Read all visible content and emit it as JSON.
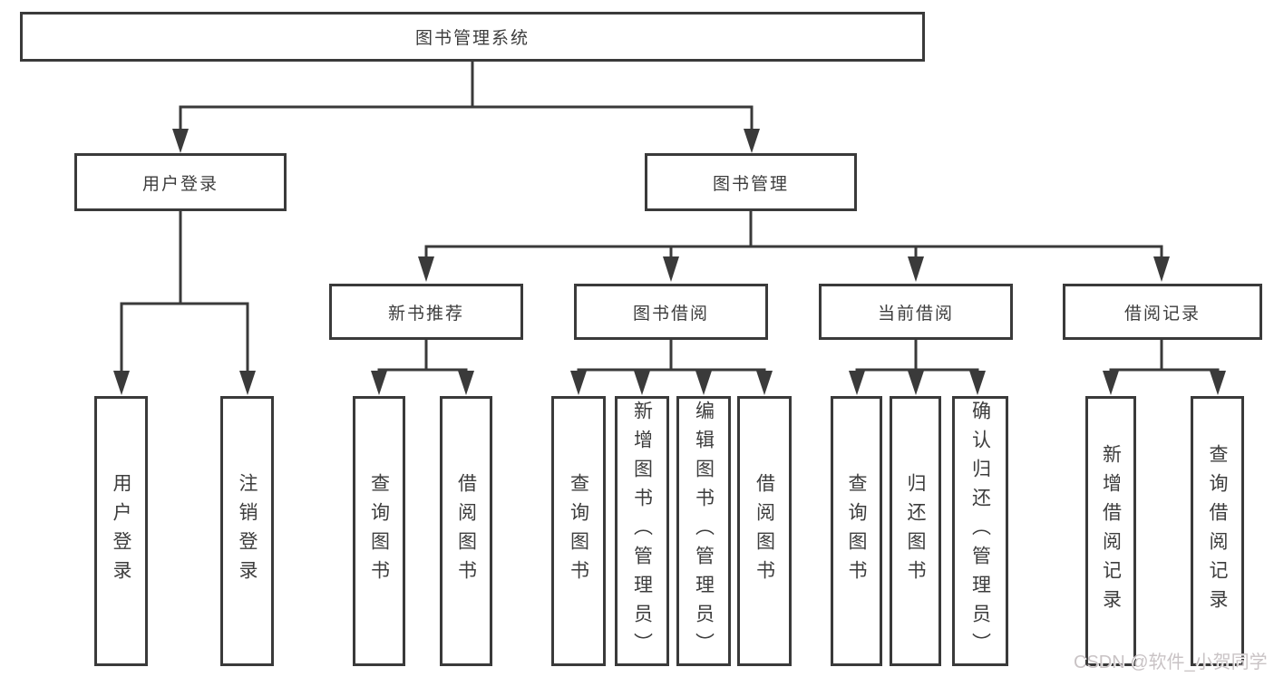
{
  "diagram": {
    "title": "图书管理系统",
    "root": {
      "label": "图书管理系统"
    },
    "user_login_branch": {
      "label": "用户登录",
      "children": [
        "用户登录",
        "注销登录"
      ]
    },
    "book_mgmt_branch": {
      "label": "图书管理",
      "sections": [
        {
          "label": "新书推荐",
          "children": [
            "查询图书",
            "借阅图书"
          ]
        },
        {
          "label": "图书借阅",
          "children": [
            "查询图书",
            "新增图书（管理员）",
            "编辑图书（管理员）",
            "借阅图书"
          ]
        },
        {
          "label": "当前借阅",
          "children": [
            "查询图书",
            "归还图书",
            "确认归还（管理员）"
          ]
        },
        {
          "label": "借阅记录",
          "children": [
            "新增借阅记录",
            "查询借阅记录"
          ]
        }
      ]
    }
  },
  "watermark": {
    "text": "CSDN @软件_小贺同学"
  },
  "colors": {
    "line": "#3a3a3a",
    "text": "#3d3d3d",
    "background": "#ffffff",
    "watermark": "#c9c3c5"
  }
}
